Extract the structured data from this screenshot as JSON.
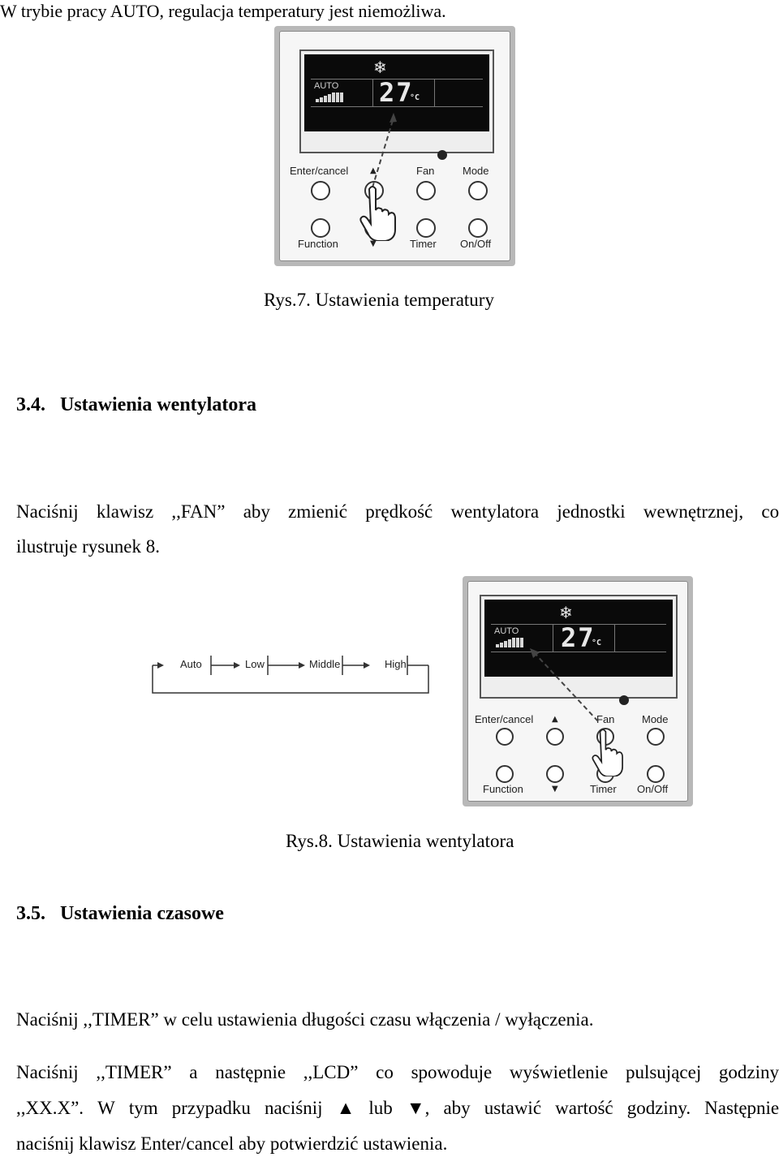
{
  "intro_line": "W trybie pracy AUTO, regulacja temperatury jest niemożliwa.",
  "figure7": {
    "caption": "Rys.7. Ustawienia temperatury",
    "display": {
      "mode": "AUTO",
      "temperature": "27",
      "unit": "°C",
      "snowflake": "❄"
    },
    "buttons": {
      "enter_cancel": "Enter/cancel",
      "up": "▲",
      "fan": "Fan",
      "mode": "Mode",
      "function": "Function",
      "down": "▼",
      "timer": "Timer",
      "onoff": "On/Off"
    }
  },
  "section34": {
    "heading": "3.4.   Ustawienia wentylatora",
    "para_line1_words": [
      "Naciśnij",
      "klawisz",
      ",,FAN”",
      "aby",
      "zmienić",
      "prędkość",
      "wentylatora",
      "jednostki",
      "wewnętrznej,",
      "co"
    ],
    "para_line2": "ilustruje rysunek 8."
  },
  "figure8": {
    "caption": "Rys.8. Ustawienia wentylatora",
    "fan_sequence": [
      "Auto",
      "Low",
      "Middle",
      "High"
    ],
    "display": {
      "mode": "AUTO",
      "temperature": "27",
      "unit": "°C",
      "snowflake": "❄"
    },
    "buttons": {
      "enter_cancel": "Enter/cancel",
      "up": "▲",
      "fan": "Fan",
      "mode": "Mode",
      "function": "Function",
      "down": "▼",
      "timer": "Timer",
      "onoff": "On/Off"
    }
  },
  "section35": {
    "heading": "3.5.   Ustawienia czasowe",
    "para1": "Naciśnij ,,TIMER” w celu ustawienia długości czasu włączenia / wyłączenia.",
    "para2_line1_words": [
      "Naciśnij",
      ",,TIMER”",
      "a",
      "następnie",
      ",,LCD”",
      "co",
      "spowoduje",
      "wyświetlenie",
      "pulsującej",
      "godziny"
    ],
    "para2_line2_words": [
      ",,XX.X”.",
      "W",
      "tym",
      "przypadku",
      "naciśnij",
      "▲",
      "lub",
      "▼,",
      "aby",
      "ustawić",
      "wartość",
      "godziny.",
      "Następnie"
    ],
    "para2_line3": "naciśnij klawisz Enter/cancel aby potwierdzić ustawienia."
  }
}
